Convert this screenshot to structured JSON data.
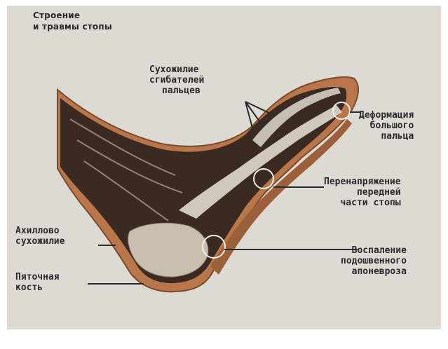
{
  "title": {
    "line1": "Строение",
    "line2": "и травмы стопы"
  },
  "labels": {
    "flexor_tendon": [
      "Сухожилие",
      "сгибателей",
      "пальцев"
    ],
    "big_toe_deformity": [
      "Деформация",
      "большого",
      "пальца"
    ],
    "forefoot_overstrain": [
      "Перенапряжение",
      "передней",
      "части стопы"
    ],
    "achilles_tendon": [
      "Ахиллово",
      "сухожилие"
    ],
    "plantar_fasciitis": [
      "Воспаление",
      "подошвенного",
      "апоневроза"
    ],
    "heel_bone": [
      "Пяточная",
      "кость"
    ]
  },
  "colors": {
    "background": "#dcdad3",
    "skin": "#b9764a",
    "muscle_dark": "#3a2a22",
    "bone": "#e9e4da",
    "highlight_circle": "#f3efe6"
  }
}
